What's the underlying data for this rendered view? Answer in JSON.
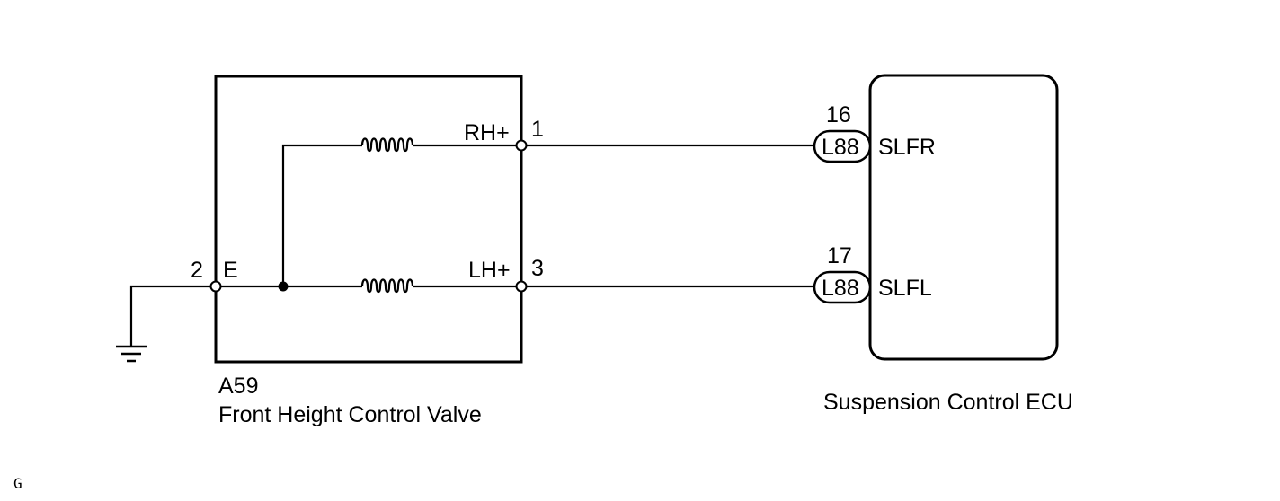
{
  "valve": {
    "code": "A59",
    "name": "Front Height Control Valve",
    "pin_rh_label": "RH+",
    "pin_rh_number": "1",
    "pin_lh_label": "LH+",
    "pin_lh_number": "3",
    "pin_e_label": "E",
    "pin_e_number": "2"
  },
  "ecu": {
    "name": "Suspension Control ECU",
    "pin_top_number": "16",
    "pin_top_connector": "L88",
    "pin_top_signal": "SLFR",
    "pin_bottom_number": "17",
    "pin_bottom_connector": "L88",
    "pin_bottom_signal": "SLFL"
  },
  "footer_code": "G"
}
